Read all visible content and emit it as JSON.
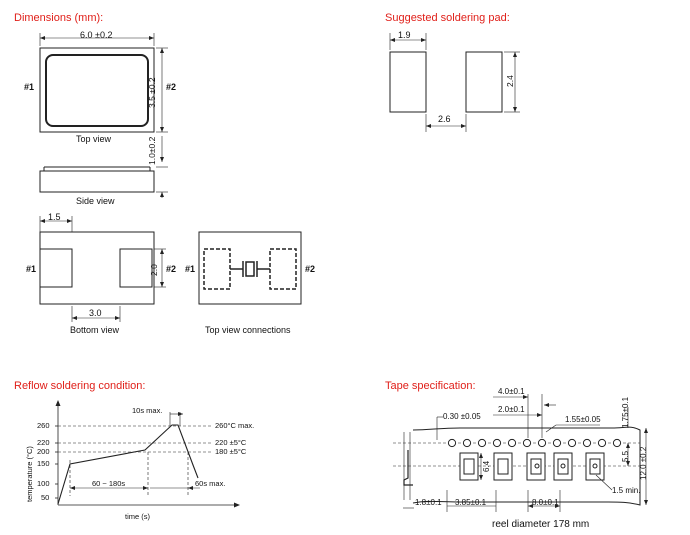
{
  "headings": {
    "dimensions": "Dimensions (mm):",
    "pad": "Suggested soldering pad:",
    "reflow": "Reflow soldering condition:",
    "tape": "Tape specification:"
  },
  "dimensions": {
    "width": "6.0 ±0.2",
    "height": "3.5 ±0.2",
    "thickness": "1.0±0.2",
    "pin1": "#1",
    "pin2": "#2",
    "top_view": "Top view",
    "side_view": "Side view",
    "pad_width": "1.5",
    "pad_height": "2.0",
    "pad_gap": "3.0",
    "bottom_view": "Bottom view",
    "connections_view": "Top view connections"
  },
  "pad": {
    "width": "1.9",
    "height": "2.4",
    "gap": "2.6"
  },
  "reflow": {
    "ylabel": "temperature (°C)",
    "xlabel": "time (s)",
    "y_ticks": [
      "260",
      "220",
      "200",
      "150",
      "100",
      "50"
    ],
    "peak_time": "10s max.",
    "peak_temp": "260°C max.",
    "t220": "220 ±5°C",
    "t180": "180 ±5°C",
    "preheat": "60 ~ 180s",
    "above": "60s max."
  },
  "tape": {
    "pitch_holes": "4.0±0.1",
    "hole_to_pocket": "2.0±0.1",
    "hole_dia": "1.55±0.05",
    "edge_to_hole": "1.75±0.1",
    "thickness": "0.30 ±0.05",
    "pocket_w": "6.4",
    "row_offset": "5.5",
    "tape_w": "12.0 ±0.2",
    "pocket_depth": "1.8±0.1",
    "pocket_len": "3.85±0.1",
    "pitch": "8.0±0.1",
    "min_dia": "1.5 min.",
    "reel": "reel diameter 178 mm"
  }
}
